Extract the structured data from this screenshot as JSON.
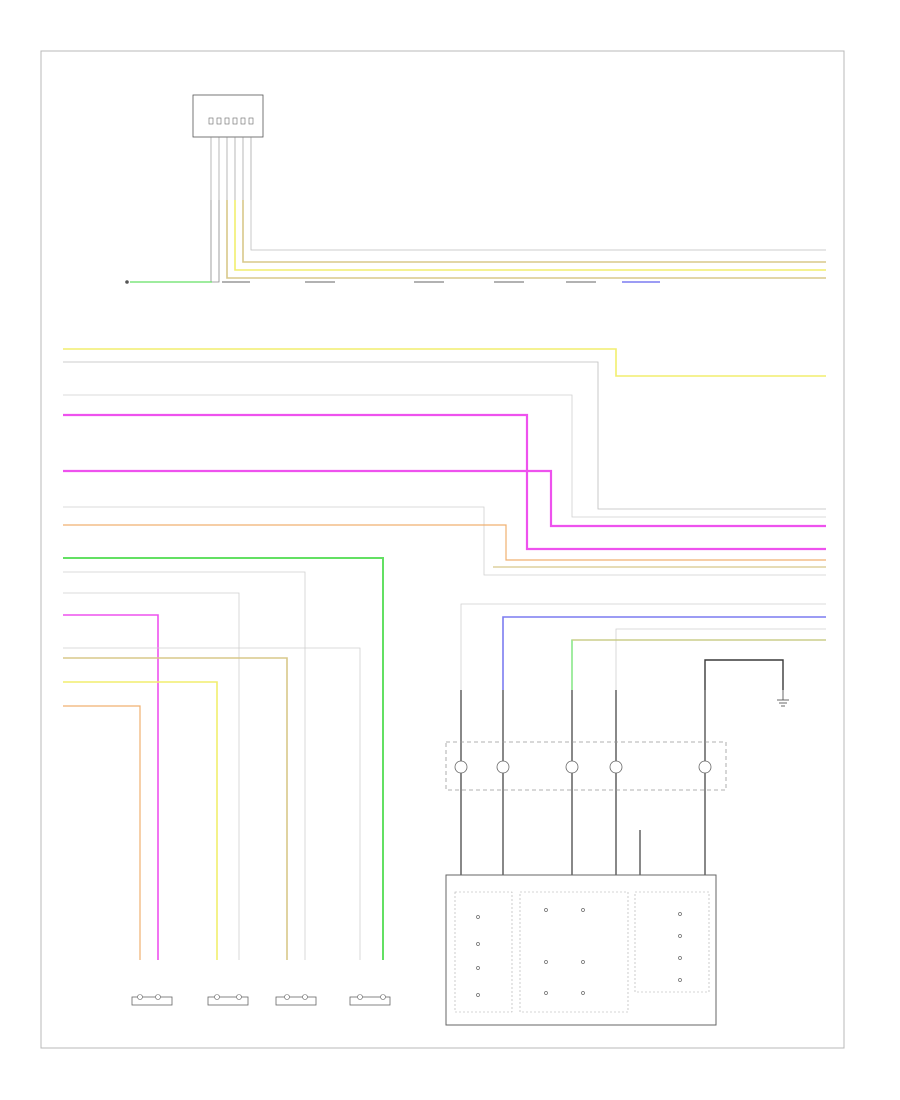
{
  "diagram": {
    "footer_code": "",
    "connector_top": {
      "title": ""
    },
    "bottom_components": [
      {
        "id": "right-front-speaker",
        "label": ""
      },
      {
        "id": "left-rear-speaker",
        "label": ""
      },
      {
        "id": "left-front-speaker",
        "label": ""
      },
      {
        "id": "subwoofer",
        "label": ""
      },
      {
        "id": "multifunction-switch",
        "label": ""
      }
    ],
    "colors": {
      "yellow": "#f2ee6e",
      "magenta": "#ee52ee",
      "green": "#63e063",
      "orange": "#f0b070",
      "tan": "#d8c88a",
      "blue": "#7c7cf0",
      "gray": "#bdbdbd",
      "black": "#3a3a3a",
      "frame": "#b8b8b8"
    }
  }
}
